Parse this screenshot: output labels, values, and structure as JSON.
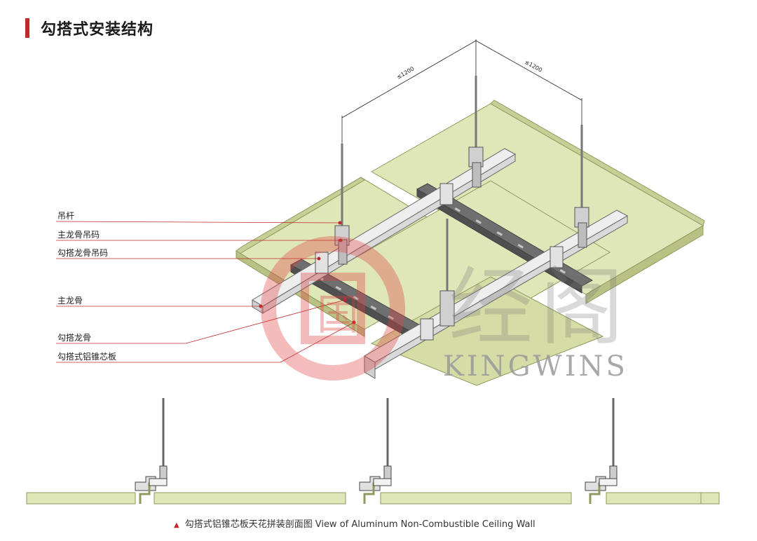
{
  "title": "勾搭式安装结构",
  "labels": {
    "rod": "吊杆",
    "main_keel_hanger": "主龙骨吊码",
    "hook_keel_hanger": "勾搭龙骨吊码",
    "main_keel": "主龙骨",
    "hook_keel": "勾搭龙骨",
    "panel": "勾搭式铝锥芯板"
  },
  "dimensions": {
    "span_left": "≤1200",
    "span_right": "≤1200"
  },
  "watermark": {
    "brand": "KINGWINS",
    "logo_char": "国"
  },
  "caption": {
    "cn": "勾搭式铝锥芯板天花拼装剖面图",
    "en": "View of Aluminum Non-Combustible Ceiling Wall"
  },
  "colors": {
    "accent": "#c0282d",
    "panel": "#dfe6b8",
    "panel_edge": "#8f9a5e",
    "keel": "#e8e8e8",
    "hook_keel": "#6f6f6f"
  }
}
